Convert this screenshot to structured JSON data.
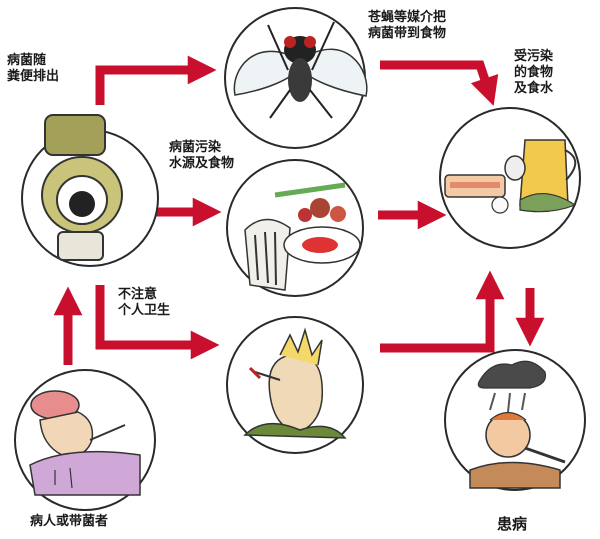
{
  "labels": {
    "excrete": "病菌随\n粪便排出",
    "fly": "苍蝇等媒介把\n病菌带到食物",
    "contaminated": "受污染\n的食物\n及食水",
    "water": "病菌污染\n水源及食物",
    "hygiene": "不注意\n个人卫生",
    "patient": "病人或带菌者",
    "sick": "患病"
  },
  "colors": {
    "arrow": "#c8102e",
    "circle_stroke": "#2a2a2a",
    "text": "#1a1a1a"
  },
  "icons": {
    "toilet": "toilet-icon",
    "fly": "fly-icon",
    "food": "food-icon",
    "dirty_food": "dirty-food-icon",
    "unhygienic": "unhygienic-person-icon",
    "patient": "patient-icon",
    "sick": "sick-person-icon"
  }
}
